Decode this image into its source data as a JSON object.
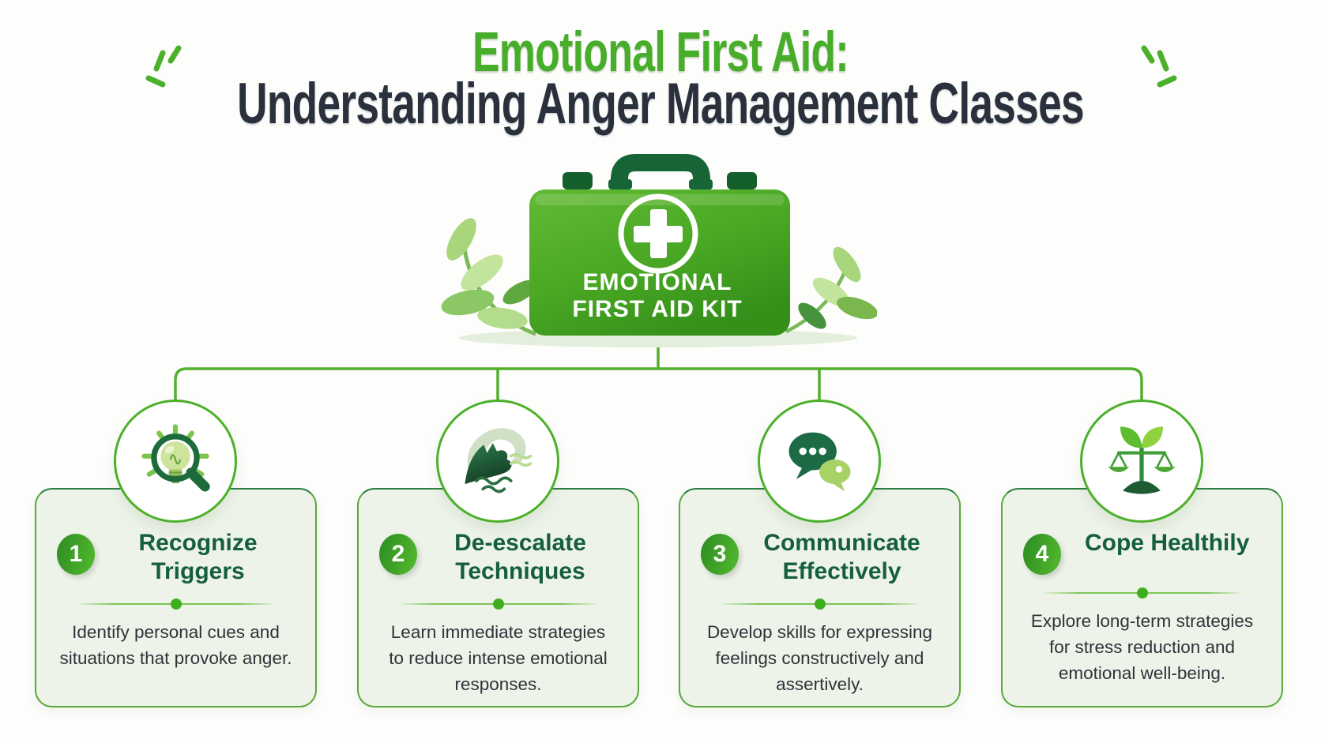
{
  "header": {
    "title_line1": "Emotional First Aid:",
    "title_line2": "Understanding Anger Management Classes"
  },
  "kit": {
    "label_line1": "EMOTIONAL",
    "label_line2": "FIRST AID KIT",
    "icon": "medical-cross-icon"
  },
  "decorations": {
    "left": "sparkle-burst-icon",
    "right": "sparkle-burst-icon",
    "kit_sides": "leaf-branch-illustration"
  },
  "cards": [
    {
      "number": "1",
      "title": "Recognize Triggers",
      "icon": "lightbulb-magnifier-icon",
      "desc_lines": [
        "Identify personal cues and",
        "situations that provoke anger."
      ]
    },
    {
      "number": "2",
      "title": "De-escalate Techniques",
      "icon": "wave-icon",
      "desc_lines": [
        "Learn immediate strategies",
        "to reduce intense emotional",
        "responses."
      ]
    },
    {
      "number": "3",
      "title": "Communicate Effectively",
      "icon": "chat-bubbles-icon",
      "desc_lines": [
        "Develop skills for expressing",
        "feelings constructively and",
        "assertively."
      ]
    },
    {
      "number": "4",
      "title": "Cope Healthily",
      "icon": "plant-scales-icon",
      "desc_lines": [
        "Explore long-term strategies",
        "for stress reduction and",
        "emotional well-being."
      ]
    }
  ],
  "colors": {
    "headline_green": "#47ad2a",
    "headline_dark": "#2a313c",
    "connector_green": "#52b02c",
    "card_background": "#eef3ea",
    "card_border": "#58a93c",
    "card_title_green": "#155f3a",
    "badge_green": "#3fa326",
    "kit_green": "#4ca525",
    "kit_dark_green": "#176536",
    "description_text": "#2e3338"
  }
}
